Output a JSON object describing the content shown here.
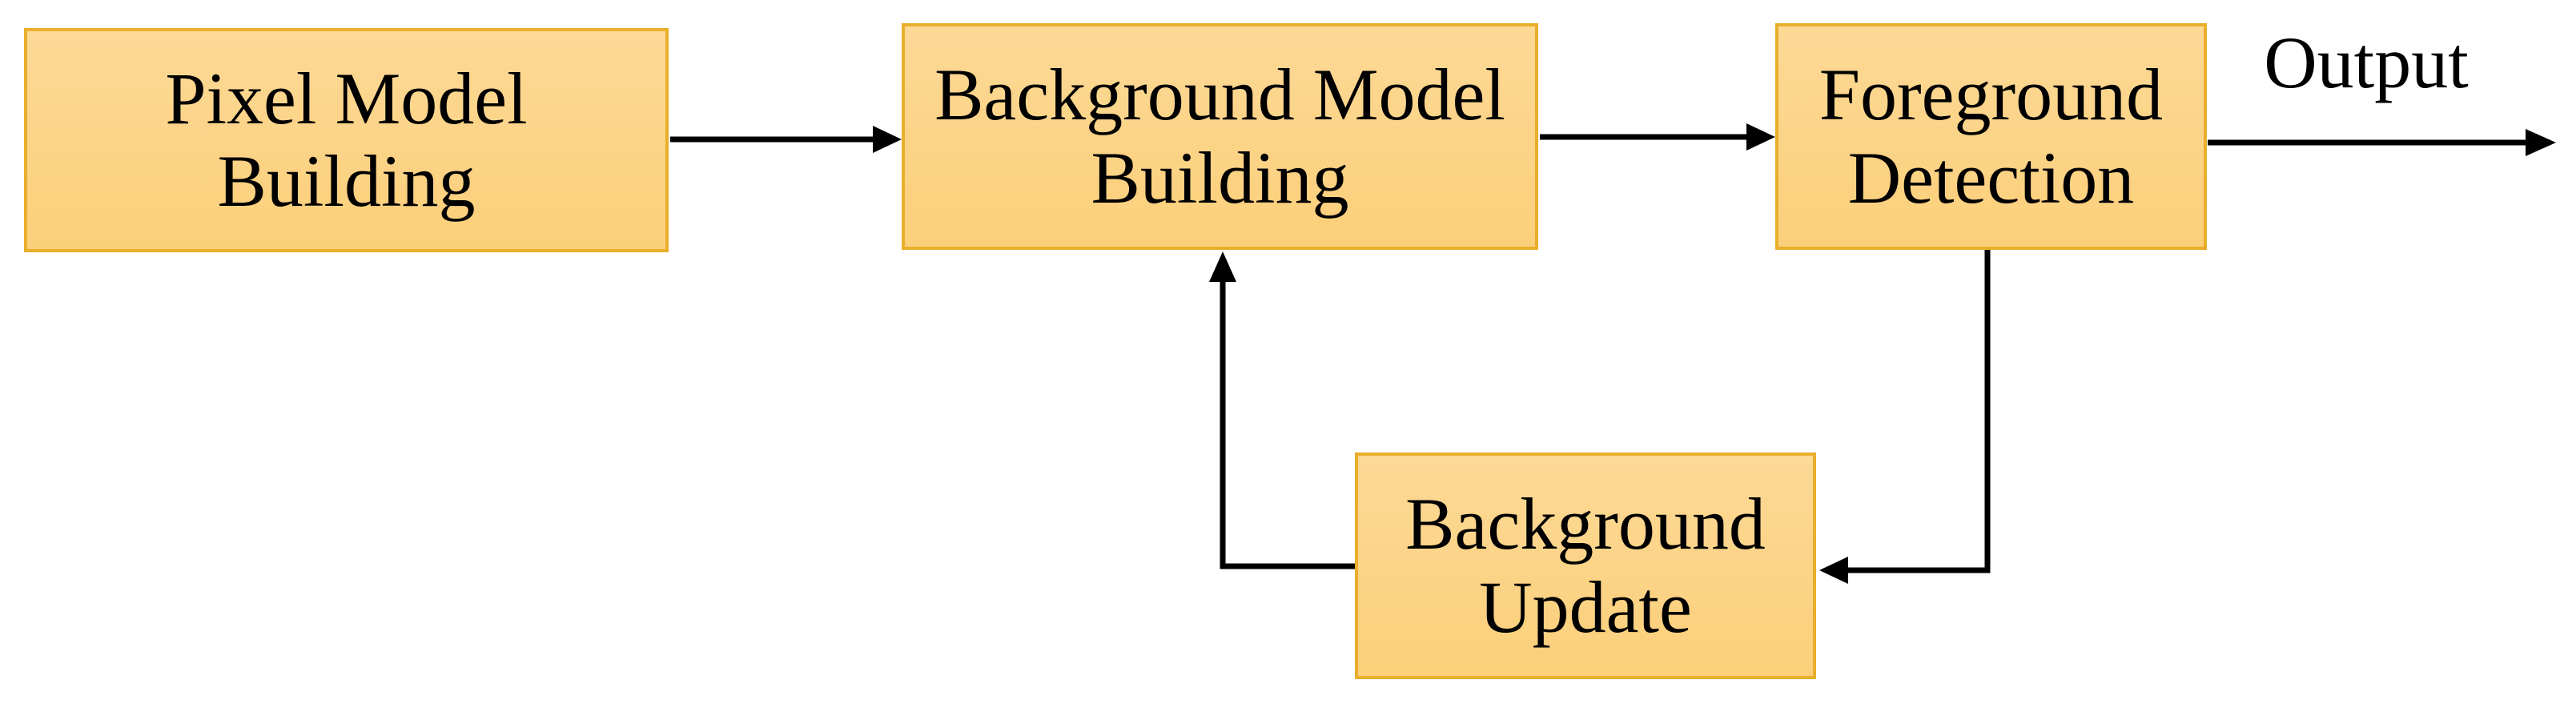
{
  "diagram": {
    "nodes": [
      {
        "id": "pixel-model-building",
        "label": "Pixel Model\nBuilding"
      },
      {
        "id": "background-model-building",
        "label": "Background Model\nBuilding"
      },
      {
        "id": "foreground-detection",
        "label": "Foreground\nDetection"
      },
      {
        "id": "background-update",
        "label": "Background\nUpdate"
      }
    ],
    "output_label": "Output",
    "edges": [
      {
        "from": "pixel-model-building",
        "to": "background-model-building"
      },
      {
        "from": "background-model-building",
        "to": "foreground-detection"
      },
      {
        "from": "foreground-detection",
        "to": "output"
      },
      {
        "from": "foreground-detection",
        "to": "background-update"
      },
      {
        "from": "background-update",
        "to": "background-model-building"
      }
    ],
    "colors": {
      "background": "#FFFFFF",
      "node_fill_top": "#FDD996",
      "node_fill_bottom": "#FCCF7A",
      "node_border": "#E9AE2B",
      "arrow": "#000000",
      "text": "#000000"
    }
  }
}
